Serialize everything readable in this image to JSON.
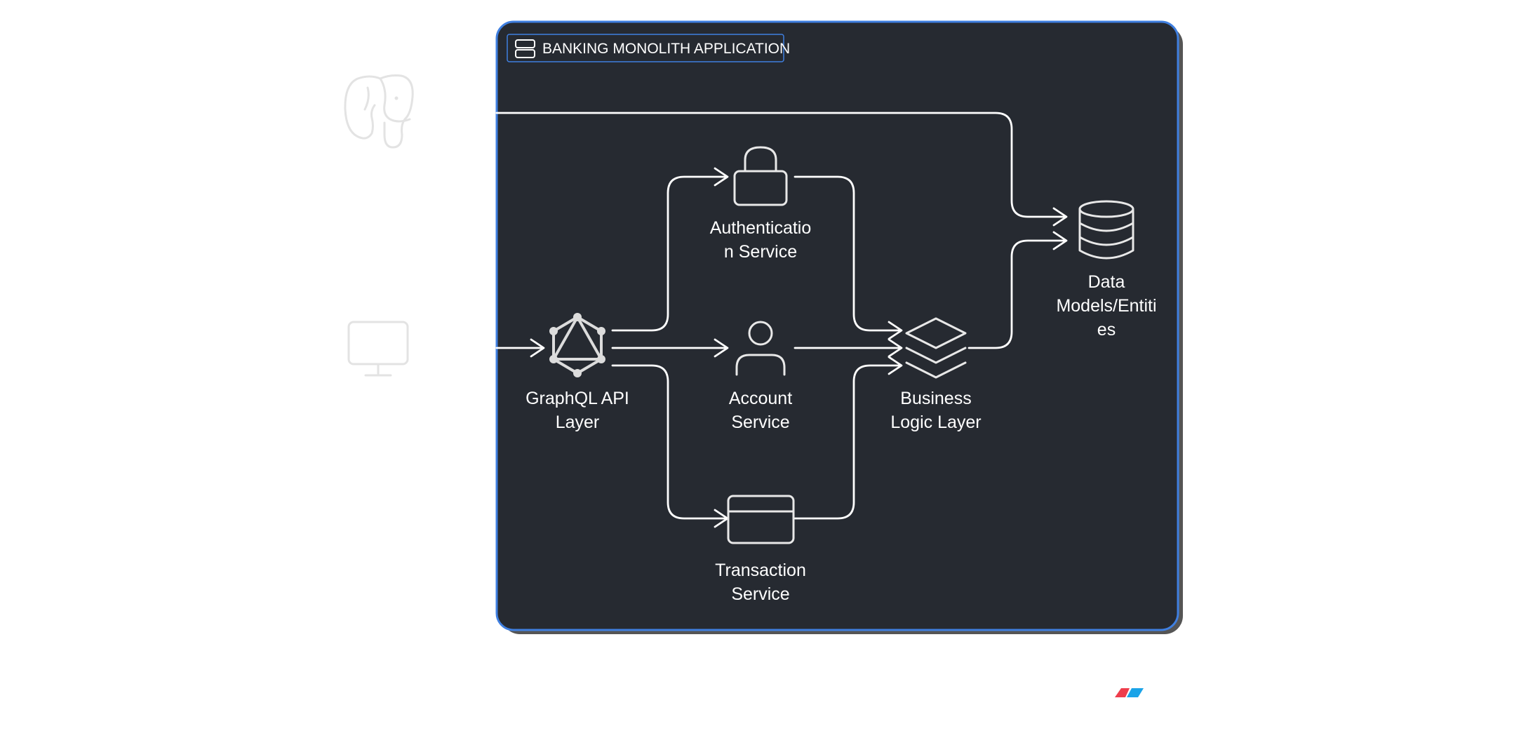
{
  "group": {
    "label": "BANKING MONOLITH APPLICATION",
    "icon": "server-icon"
  },
  "nodes": {
    "graphql": {
      "label_lines": [
        "GraphQL API",
        "Layer"
      ],
      "icon": "graphql-icon"
    },
    "auth": {
      "label_lines": [
        "Authenticatio",
        "n Service"
      ],
      "icon": "lock-icon"
    },
    "account": {
      "label_lines": [
        "Account",
        "Service"
      ],
      "icon": "user-icon"
    },
    "transaction": {
      "label_lines": [
        "Transaction",
        "Service"
      ],
      "icon": "credit-card-icon"
    },
    "business": {
      "label_lines": [
        "Business",
        "Logic Layer"
      ],
      "icon": "layers-icon"
    },
    "data": {
      "label_lines": [
        "Data",
        "Models/Entiti",
        "es"
      ],
      "icon": "database-icon"
    }
  },
  "external": {
    "left_top": {
      "icon": "postgresql-elephant-icon"
    },
    "left_middle": {
      "icon": "monitor-icon"
    },
    "bottom_right": {
      "icon": "watermark-logo"
    }
  },
  "edges": [
    {
      "from": "monitor",
      "to": "graphql"
    },
    {
      "from": "graphql",
      "to": "auth"
    },
    {
      "from": "graphql",
      "to": "account"
    },
    {
      "from": "graphql",
      "to": "transaction"
    },
    {
      "from": "auth",
      "to": "business"
    },
    {
      "from": "account",
      "to": "business"
    },
    {
      "from": "transaction",
      "to": "business"
    },
    {
      "from": "postgresql",
      "to": "data"
    },
    {
      "from": "business",
      "to": "data"
    }
  ],
  "colors": {
    "group_fill": "#262a31",
    "group_border": "#3f7fe0",
    "group_shadow": "#555555",
    "label_badge_border": "#3f7fe0",
    "text": "#ffffff",
    "logo_red": "#ee3d4c",
    "logo_blue": "#1aa3e8"
  }
}
